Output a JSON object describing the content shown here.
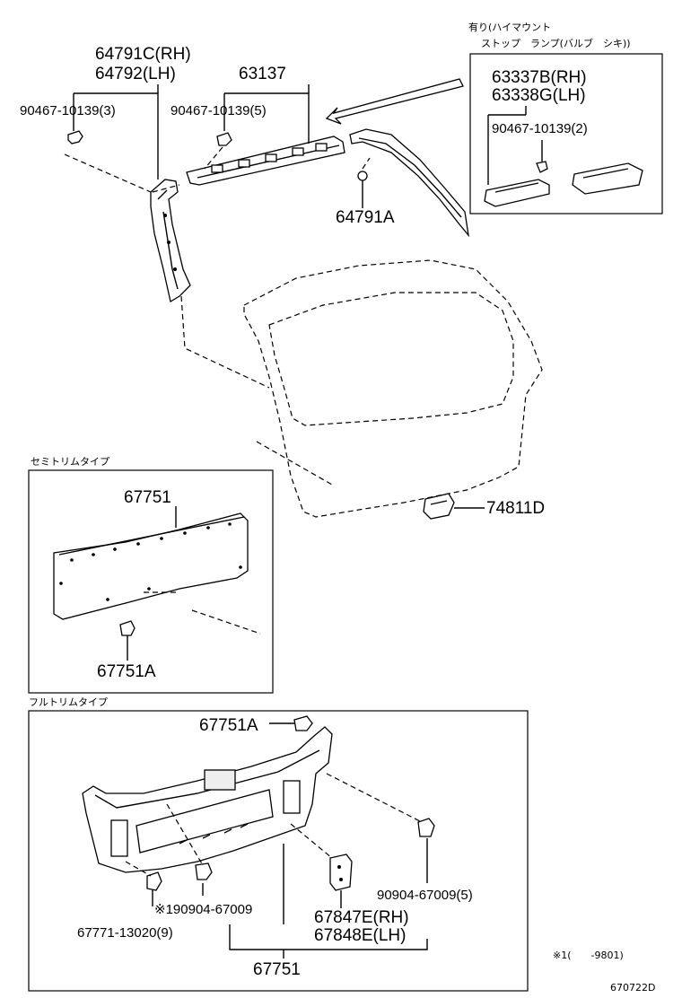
{
  "labels": {
    "p64791c": "64791C(RH)",
    "p64792": "64792(LH)",
    "p63137": "63137",
    "p90467_3": "90467-10139(3)",
    "p90467_5": "90467-10139(5)",
    "p64791a": "64791A",
    "high_mount_title1": "有り(ハイマウント",
    "high_mount_title2": "ストップ　ランプ(バルブ　シキ))",
    "p63337b": "63337B(RH)",
    "p63338g": "63338G(LH)",
    "p90467_2": "90467-10139(2)",
    "p74811d": "74811D",
    "semi_trim_title": "セミトリムタイプ",
    "p67751_semi": "67751",
    "p67751a_semi": "67751A",
    "full_trim_title": "フルトリムタイプ",
    "p67751a_full": "67751A",
    "p90904_1": "※190904-67009",
    "p90904_5": "90904-67009(5)",
    "p67771": "67771-13020(9)",
    "p67847e": "67847E(RH)",
    "p67848e": "67848E(LH)",
    "p67751_full": "67751",
    "footnote": "※1(　　-9801)",
    "diagram_id": "670722D"
  }
}
